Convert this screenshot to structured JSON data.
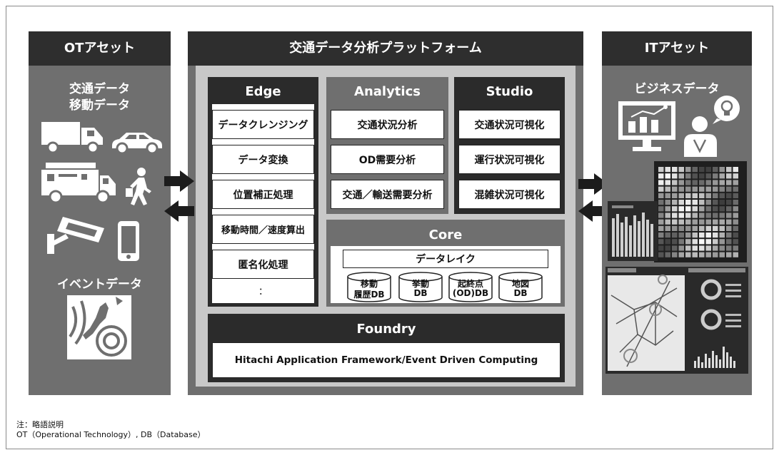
{
  "ot": {
    "header": "OTアセット",
    "data1": "交通データ",
    "data2": "移動データ",
    "event": "イベントデータ"
  },
  "platform": {
    "header": "交通データ分析プラットフォーム",
    "edge": {
      "title": "Edge",
      "items": [
        "データクレンジング",
        "データ変換",
        "位置補正処理",
        "移動時間／速度算出",
        "匿名化処理",
        "："
      ]
    },
    "analytics": {
      "title": "Analytics",
      "items": [
        "交通状況分析",
        "OD需要分析",
        "交通／輸送需要分析"
      ]
    },
    "studio": {
      "title": "Studio",
      "items": [
        "交通状況可視化",
        "運行状況可視化",
        "混雑状況可視化"
      ]
    },
    "core": {
      "title": "Core",
      "lake": "データレイク",
      "dbs": [
        {
          "line1": "移動",
          "line2": "履歴DB"
        },
        {
          "line1": "挙動",
          "line2": "DB"
        },
        {
          "line1": "起終点",
          "line2": "(OD)DB"
        },
        {
          "line1": "地図",
          "line2": "DB"
        }
      ]
    },
    "foundry": {
      "title": "Foundry",
      "item": "Hitachi Application Framework/Event Driven Computing"
    }
  },
  "it": {
    "header": "ITアセット",
    "business": "ビジネスデータ"
  },
  "notes": {
    "line1": "注：略語説明",
    "line2": "OT（Operational Technology）, DB（Database）"
  },
  "colors": {
    "panel": "#6f6f6f",
    "header": "#2e2e2e",
    "platform_inner": "#c8c8c8",
    "module_dark": "#2b2b2b"
  }
}
